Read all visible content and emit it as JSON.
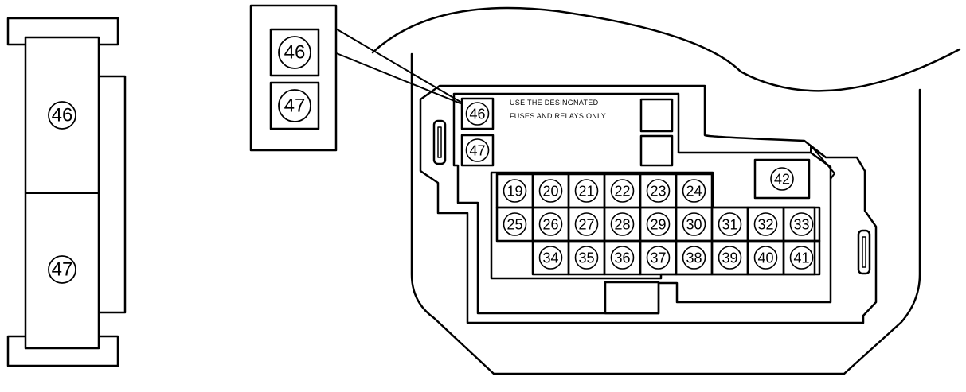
{
  "connector_side": {
    "upper": "46",
    "lower": "47"
  },
  "callout": {
    "top": "46",
    "bottom": "47"
  },
  "panel": {
    "relays": [
      "46",
      "47"
    ],
    "note_line1": "USE THE DESINGNATED",
    "note_line2": "FUSES AND RELAYS ONLY.",
    "single_fuse": "42",
    "fuse_row1": [
      "19",
      "20",
      "21",
      "22",
      "23",
      "24"
    ],
    "fuse_row2": [
      "25",
      "26",
      "27",
      "28",
      "29",
      "30",
      "31",
      "32",
      "33"
    ],
    "fuse_row3": [
      "34",
      "35",
      "36",
      "37",
      "38",
      "39",
      "40",
      "41"
    ]
  },
  "colors": {
    "line": "#000000",
    "background": "#ffffff"
  }
}
